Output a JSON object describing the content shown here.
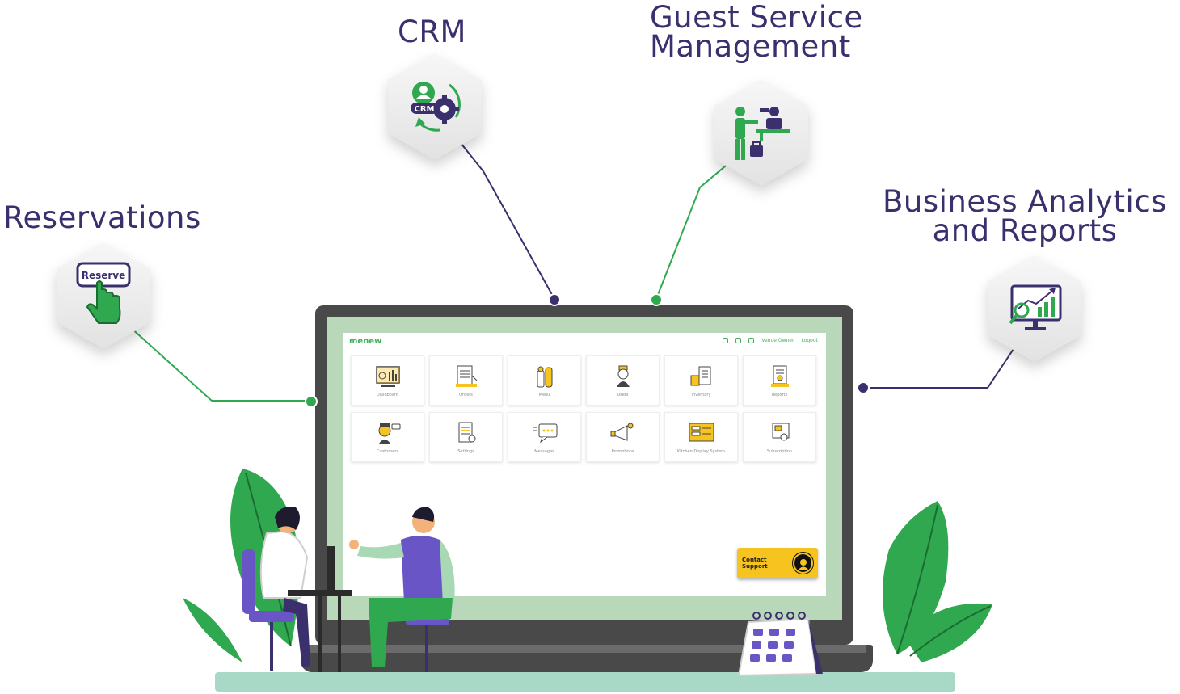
{
  "features": {
    "reservations": "Reservations",
    "crm": "CRM",
    "guest_line1": "Guest Service",
    "guest_line2": "Management",
    "analytics_line1": "Business Analytics",
    "analytics_line2": "and Reports"
  },
  "icons": {
    "reserve_label": "Reserve",
    "crm_label": "CRM"
  },
  "app": {
    "logo": "menew",
    "header": {
      "user": "Venue Owner",
      "logout": "Logout"
    },
    "tiles": [
      {
        "label": "Dashboard",
        "icon": "dashboard-icon"
      },
      {
        "label": "Orders",
        "icon": "orders-icon"
      },
      {
        "label": "Menu",
        "icon": "menu-icon"
      },
      {
        "label": "Users",
        "icon": "users-icon"
      },
      {
        "label": "Inventory",
        "icon": "inventory-icon"
      },
      {
        "label": "Reports",
        "icon": "reports-icon"
      },
      {
        "label": "Customers",
        "icon": "customers-icon"
      },
      {
        "label": "Settings",
        "icon": "settings-icon"
      },
      {
        "label": "Messages",
        "icon": "messages-icon"
      },
      {
        "label": "Promotions",
        "icon": "promotions-icon"
      },
      {
        "label": "Kitchen Display System",
        "icon": "kitchen-display-icon"
      },
      {
        "label": "Subscription",
        "icon": "subscription-icon"
      }
    ],
    "contact_support": "Contact Support"
  },
  "colors": {
    "brand_purple": "#3b2f6e",
    "brand_green": "#2fa84f",
    "accent_yellow": "#f7c41f"
  }
}
